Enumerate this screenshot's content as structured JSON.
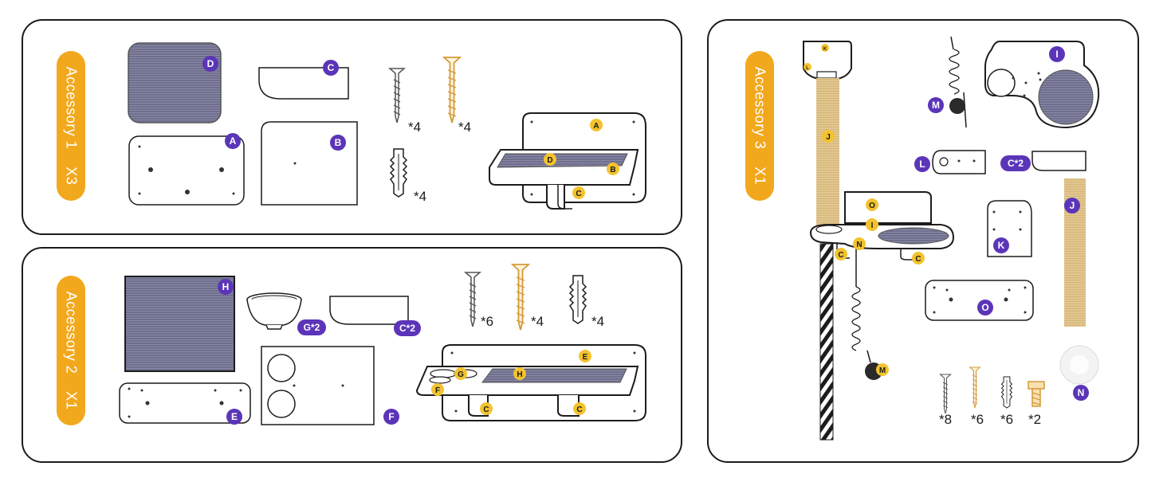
{
  "accessories": [
    {
      "name": "Accessory 1",
      "count": "X3"
    },
    {
      "name": "Accessory 2",
      "count": "X1"
    },
    {
      "name": "Accessory 3",
      "count": "X1"
    }
  ],
  "acc1": {
    "labels": {
      "A": "A",
      "B": "B",
      "C": "C",
      "D": "D"
    },
    "qty_screw_gray": "*4",
    "qty_screw_gold": "*4",
    "qty_anchor": "*4"
  },
  "acc2": {
    "labels": {
      "C": "C",
      "E": "E",
      "F": "F",
      "G": "G",
      "H": "H"
    },
    "bowl_label": "G*2",
    "bracket_label": "C*2",
    "qty_screw_gray": "*6",
    "qty_screw_gold": "*4",
    "qty_anchor": "*4"
  },
  "acc3": {
    "labels": {
      "C": "C",
      "I": "I",
      "J": "J",
      "K": "K",
      "L": "L",
      "M": "M",
      "N": "N",
      "O": "O"
    },
    "bracket_label": "C*2",
    "qty_screw_gray": "*8",
    "qty_screw_gold": "*6",
    "qty_anchor": "*6",
    "qty_bolt": "*2"
  },
  "colors": {
    "purple": "#5b35b8",
    "yellow": "#f3c32e",
    "orange": "#f2a81d",
    "mat": "#6e6e8e",
    "sisal": "#e2c68f"
  }
}
